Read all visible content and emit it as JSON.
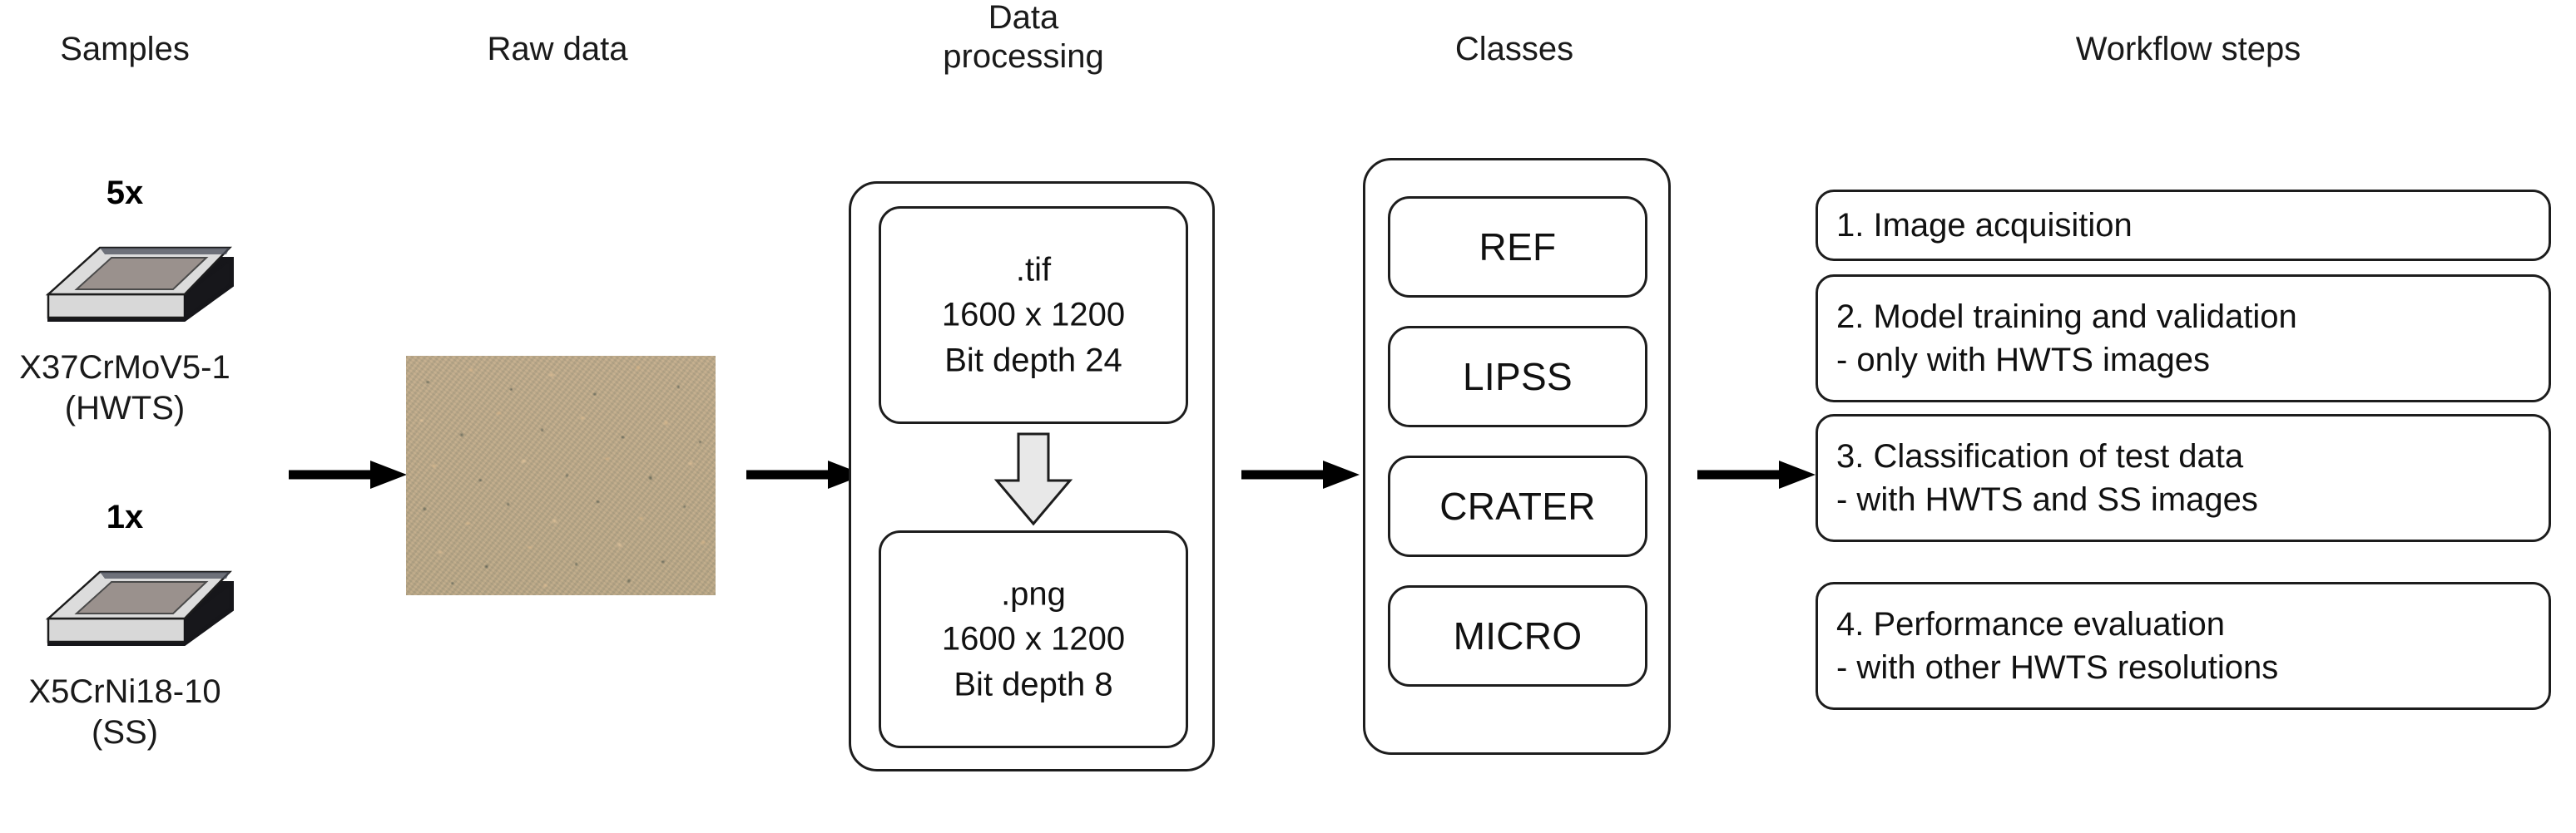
{
  "columns": {
    "samples": "Samples",
    "raw_data": "Raw data",
    "data_processing": "Data\nprocessing",
    "classes": "Classes",
    "workflow_steps": "Workflow steps"
  },
  "samples": [
    {
      "count": "5x",
      "designation": "X37CrMoV5-1",
      "abbreviation": "(HWTS)",
      "label": "X37CrMoV5-1\n(HWTS)",
      "icon": "sample-plate-icon"
    },
    {
      "count": "1x",
      "designation": "X5CrNi18-10",
      "abbreviation": "(SS)",
      "label": "X5CrNi18-10\n(SS)",
      "icon": "sample-plate-icon"
    }
  ],
  "raw_data": {
    "icon": "micrograph-image",
    "description": "microscopy texture image"
  },
  "data_processing": {
    "source": {
      "format": ".tif",
      "resolution": "1600 x 1200",
      "bit_depth": "Bit depth 24",
      "text": ".tif\n1600 x 1200\nBit depth 24"
    },
    "conversion_icon": "down-arrow-icon",
    "target": {
      "format": ".png",
      "resolution": "1600 x 1200",
      "bit_depth": "Bit depth 8",
      "text": ".png\n1600 x 1200\nBit depth 8"
    }
  },
  "classes": [
    {
      "label": "REF"
    },
    {
      "label": "LIPSS"
    },
    {
      "label": "CRATER"
    },
    {
      "label": "MICRO"
    }
  ],
  "workflow_steps": [
    {
      "number": "1.",
      "title": "1. Image acquisition",
      "detail": "",
      "text": "1. Image acquisition"
    },
    {
      "number": "2.",
      "title": "2. Model training and validation",
      "detail": "- only with HWTS images",
      "text": "2. Model training and validation\n    - only with HWTS images"
    },
    {
      "number": "3.",
      "title": "3. Classification of test data",
      "detail": "- with HWTS and SS images",
      "text": "3. Classification of test data\n    - with HWTS and SS images"
    },
    {
      "number": "4.",
      "title": "4. Performance evaluation",
      "detail": "- with other HWTS resolutions",
      "text": "4. Performance evaluation\n    - with other HWTS resolutions"
    }
  ],
  "flow_arrows": [
    {
      "name": "arrow-samples-to-raw"
    },
    {
      "name": "arrow-raw-to-processing"
    },
    {
      "name": "arrow-processing-to-classes"
    },
    {
      "name": "arrow-classes-to-workflow"
    }
  ],
  "colors": {
    "stroke": "#1d1d1d",
    "background": "#ffffff",
    "arrow_fill": "#e8e8e8",
    "plate_top": "#d9d9d9",
    "plate_center": "#9a918d",
    "plate_edge": "#1a1a1a",
    "micrograph_base": "#bfab8c"
  }
}
